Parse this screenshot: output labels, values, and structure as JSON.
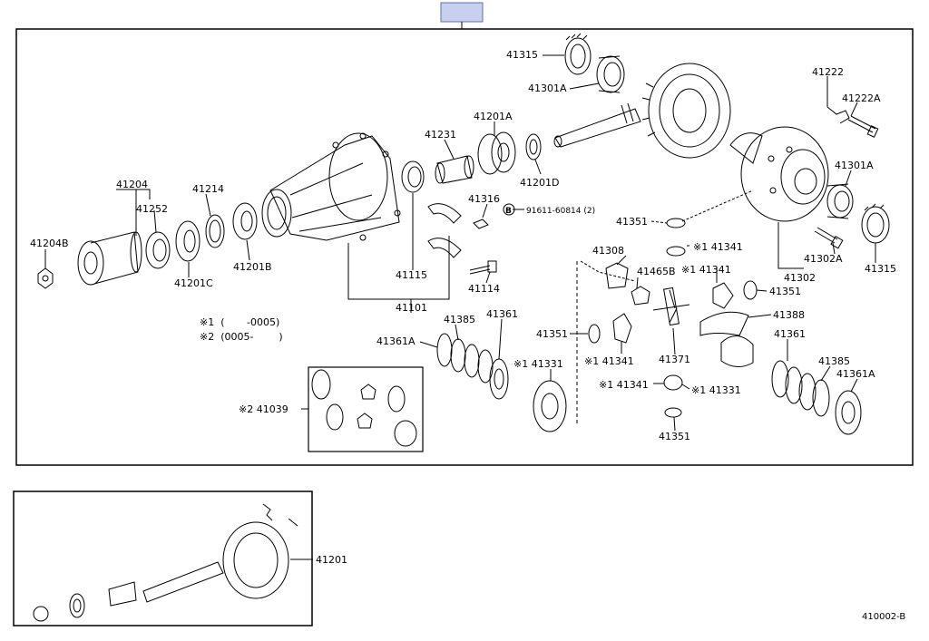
{
  "parts": {
    "p41315_top": "41315",
    "p41301A_top": "41301A",
    "p41222": "41222",
    "p41222A": "41222A",
    "p41231": "41231",
    "p41201A": "41201A",
    "p41201D": "41201D",
    "p41301A_right": "41301A",
    "p41204": "41204",
    "p41214": "41214",
    "p41252": "41252",
    "p41316": "41316",
    "p91611": "91611-60814 (2)",
    "p41351_a": "41351",
    "p41204B": "41204B",
    "p41201C": "41201C",
    "p41201B": "41201B",
    "p41115": "41115",
    "p41308": "41308",
    "p41341_a": "※1 41341",
    "p41302A": "41302A",
    "p41315_right": "41315",
    "p41465B": "41465B",
    "p41341_b": "※1 41341",
    "p41302": "41302",
    "p41114": "41114",
    "p41351_b": "41351",
    "p41101": "41101",
    "p41388": "41388",
    "p41385_l": "41385",
    "p41361_l": "41361",
    "p41351_c": "41351",
    "p41361A_l": "41361A",
    "p41341_c": "※1 41341",
    "p41371": "41371",
    "p41361_r": "41361",
    "p41331_l": "※1 41331",
    "p41385_r": "41385",
    "p41361A_r": "41361A",
    "p41341_d": "※1 41341",
    "p41331_r": "※1 41331",
    "p41039": "※2  41039",
    "p41351_d": "41351",
    "p41201_inset": "41201"
  },
  "notes": {
    "n1": "※1  (       -0005)",
    "n2": "※2  (0005-        )"
  },
  "special": {
    "circle_b": "B"
  },
  "figure_id": "410002-B",
  "colors": {
    "header_tab": "#c8d0f0",
    "line": "#000000"
  }
}
